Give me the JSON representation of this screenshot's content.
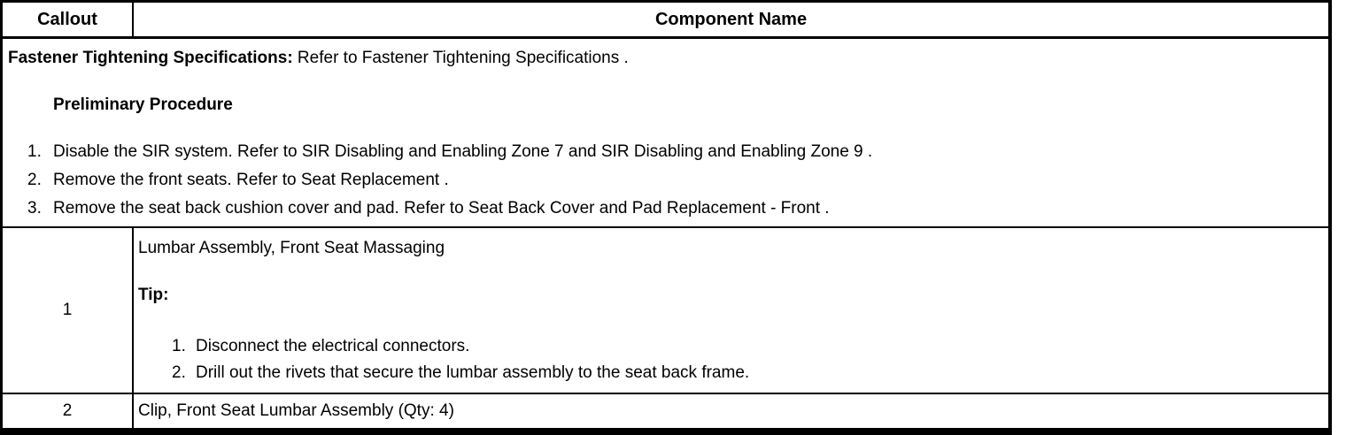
{
  "table": {
    "header": {
      "callout": "Callout",
      "component_name": "Component Name"
    },
    "specs": {
      "label": "Fastener Tightening Specifications:",
      "text": " Refer to Fastener Tightening Specifications .",
      "subheading": "Preliminary Procedure",
      "steps": [
        {
          "num": "1.",
          "text": "Disable the SIR system. Refer to SIR Disabling and Enabling Zone 7 and SIR Disabling and Enabling Zone 9 ."
        },
        {
          "num": "2.",
          "text": "Remove the front seats. Refer to Seat Replacement ."
        },
        {
          "num": "3.",
          "text": "Remove the seat back cushion cover and pad. Refer to Seat Back Cover and Pad Replacement - Front ."
        }
      ]
    },
    "rows": [
      {
        "callout": "1",
        "component": "Lumbar Assembly, Front Seat Massaging",
        "tip_label": "Tip:",
        "tip_steps": [
          {
            "num": "1.",
            "text": "Disconnect the electrical connectors."
          },
          {
            "num": "2.",
            "text": "Drill out the rivets that secure the lumbar assembly to the seat back frame."
          }
        ]
      },
      {
        "callout": "2",
        "component": "Clip, Front Seat Lumbar Assembly (Qty: 4)"
      }
    ]
  }
}
